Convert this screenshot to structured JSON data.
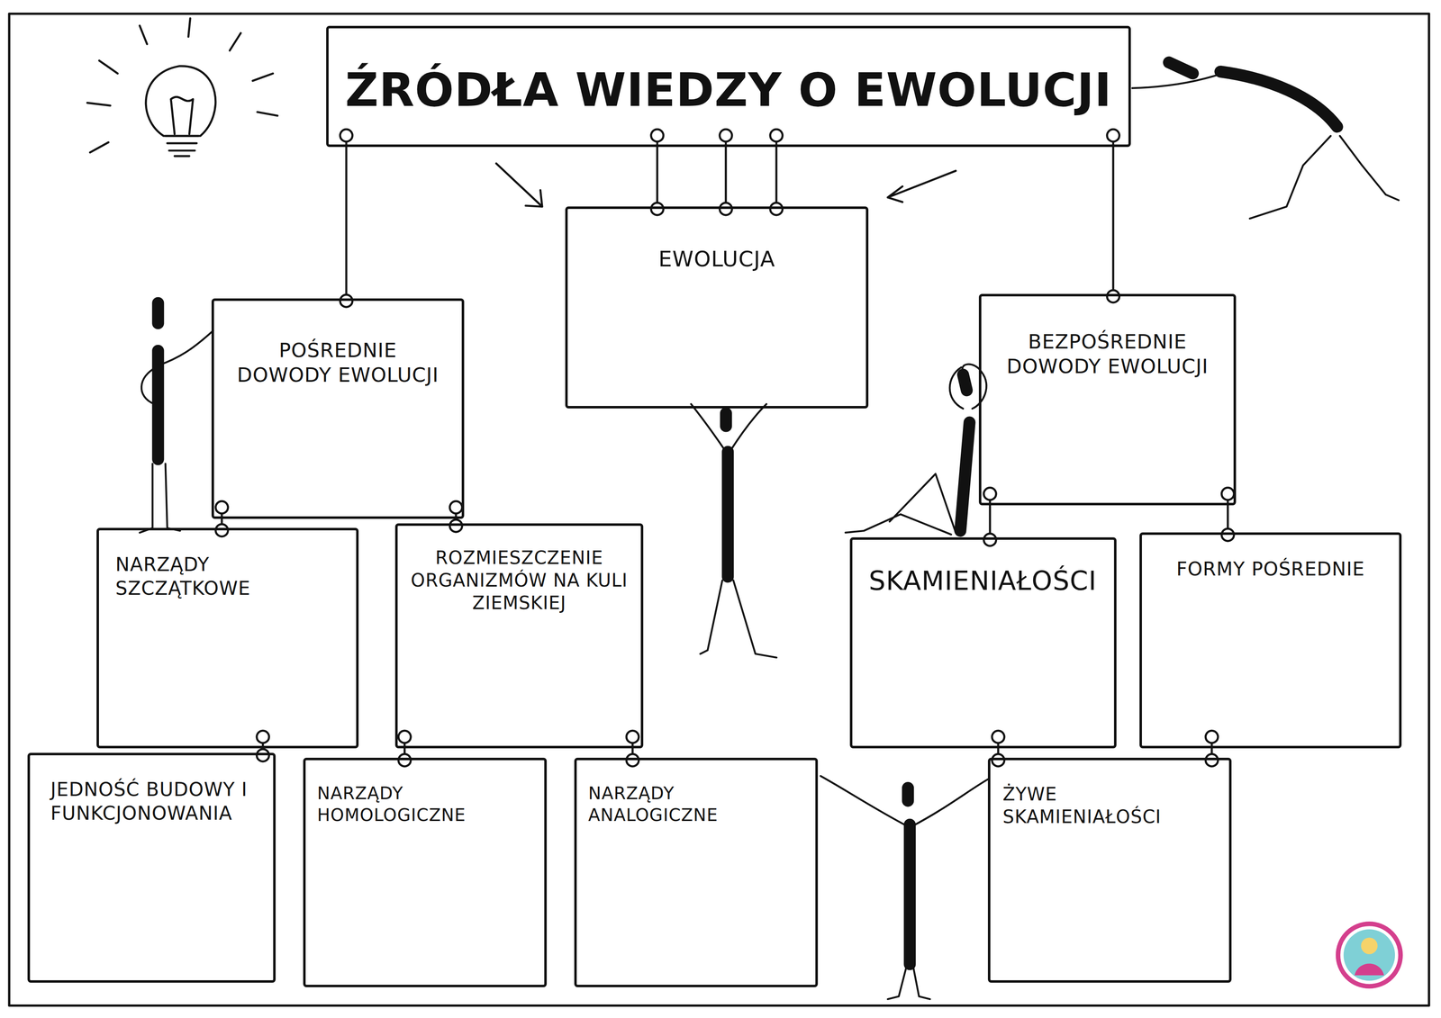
{
  "diagram": {
    "nodes": [
      {
        "text": [
          "ŹRÓDŁA WIEDZY O EWOLUCJI"
        ]
      },
      {
        "text": [
          "POŚREDNIE DOWODY EWOLUCJI"
        ]
      },
      {
        "text": [
          "EWOLUCJA"
        ]
      },
      {
        "text": [
          "BEZPOŚREDNIE DOWODY EWOLUCJI"
        ]
      },
      {
        "text": [
          "NARZĄDY SZCZĄTKOWE"
        ]
      },
      {
        "text": [
          "ROZMIESZCZENIE ORGANIZMÓW NA KULI ZIEMSKIEJ"
        ]
      },
      {
        "text": [
          "SKAMIENIAŁOŚCI"
        ]
      },
      {
        "text": [
          "FORMY POŚREDNIE"
        ]
      },
      {
        "text": [
          "JEDNOŚĆ BUDOWY I FUNKCJONOWANIA"
        ]
      },
      {
        "text": [
          "NARZĄDY HOMOLOGICZNE"
        ]
      },
      {
        "text": [
          "NARZĄDY ANALOGICZNE"
        ]
      },
      {
        "text": [
          "ŻYWE SKAMIENIAŁOŚCI"
        ]
      }
    ],
    "edges": [
      {
        "from": 0,
        "to": 1,
        "arrow": "none"
      },
      {
        "from": 0,
        "to": 2,
        "arrow": "none"
      },
      {
        "from": 0,
        "to": 3,
        "arrow": "none"
      },
      {
        "from": 1,
        "to": 4,
        "arrow": "none"
      },
      {
        "from": 1,
        "to": 5,
        "arrow": "none"
      },
      {
        "from": 3,
        "to": 6,
        "arrow": "none"
      },
      {
        "from": 3,
        "to": 7,
        "arrow": "none"
      },
      {
        "from": 4,
        "to": 8,
        "arrow": "none"
      },
      {
        "from": 5,
        "to": 9,
        "arrow": "none"
      },
      {
        "from": 5,
        "to": 10,
        "arrow": "none"
      },
      {
        "from": 6,
        "to": 11,
        "arrow": "none"
      },
      {
        "from": 7,
        "to": 11,
        "arrow": "none"
      }
    ]
  }
}
